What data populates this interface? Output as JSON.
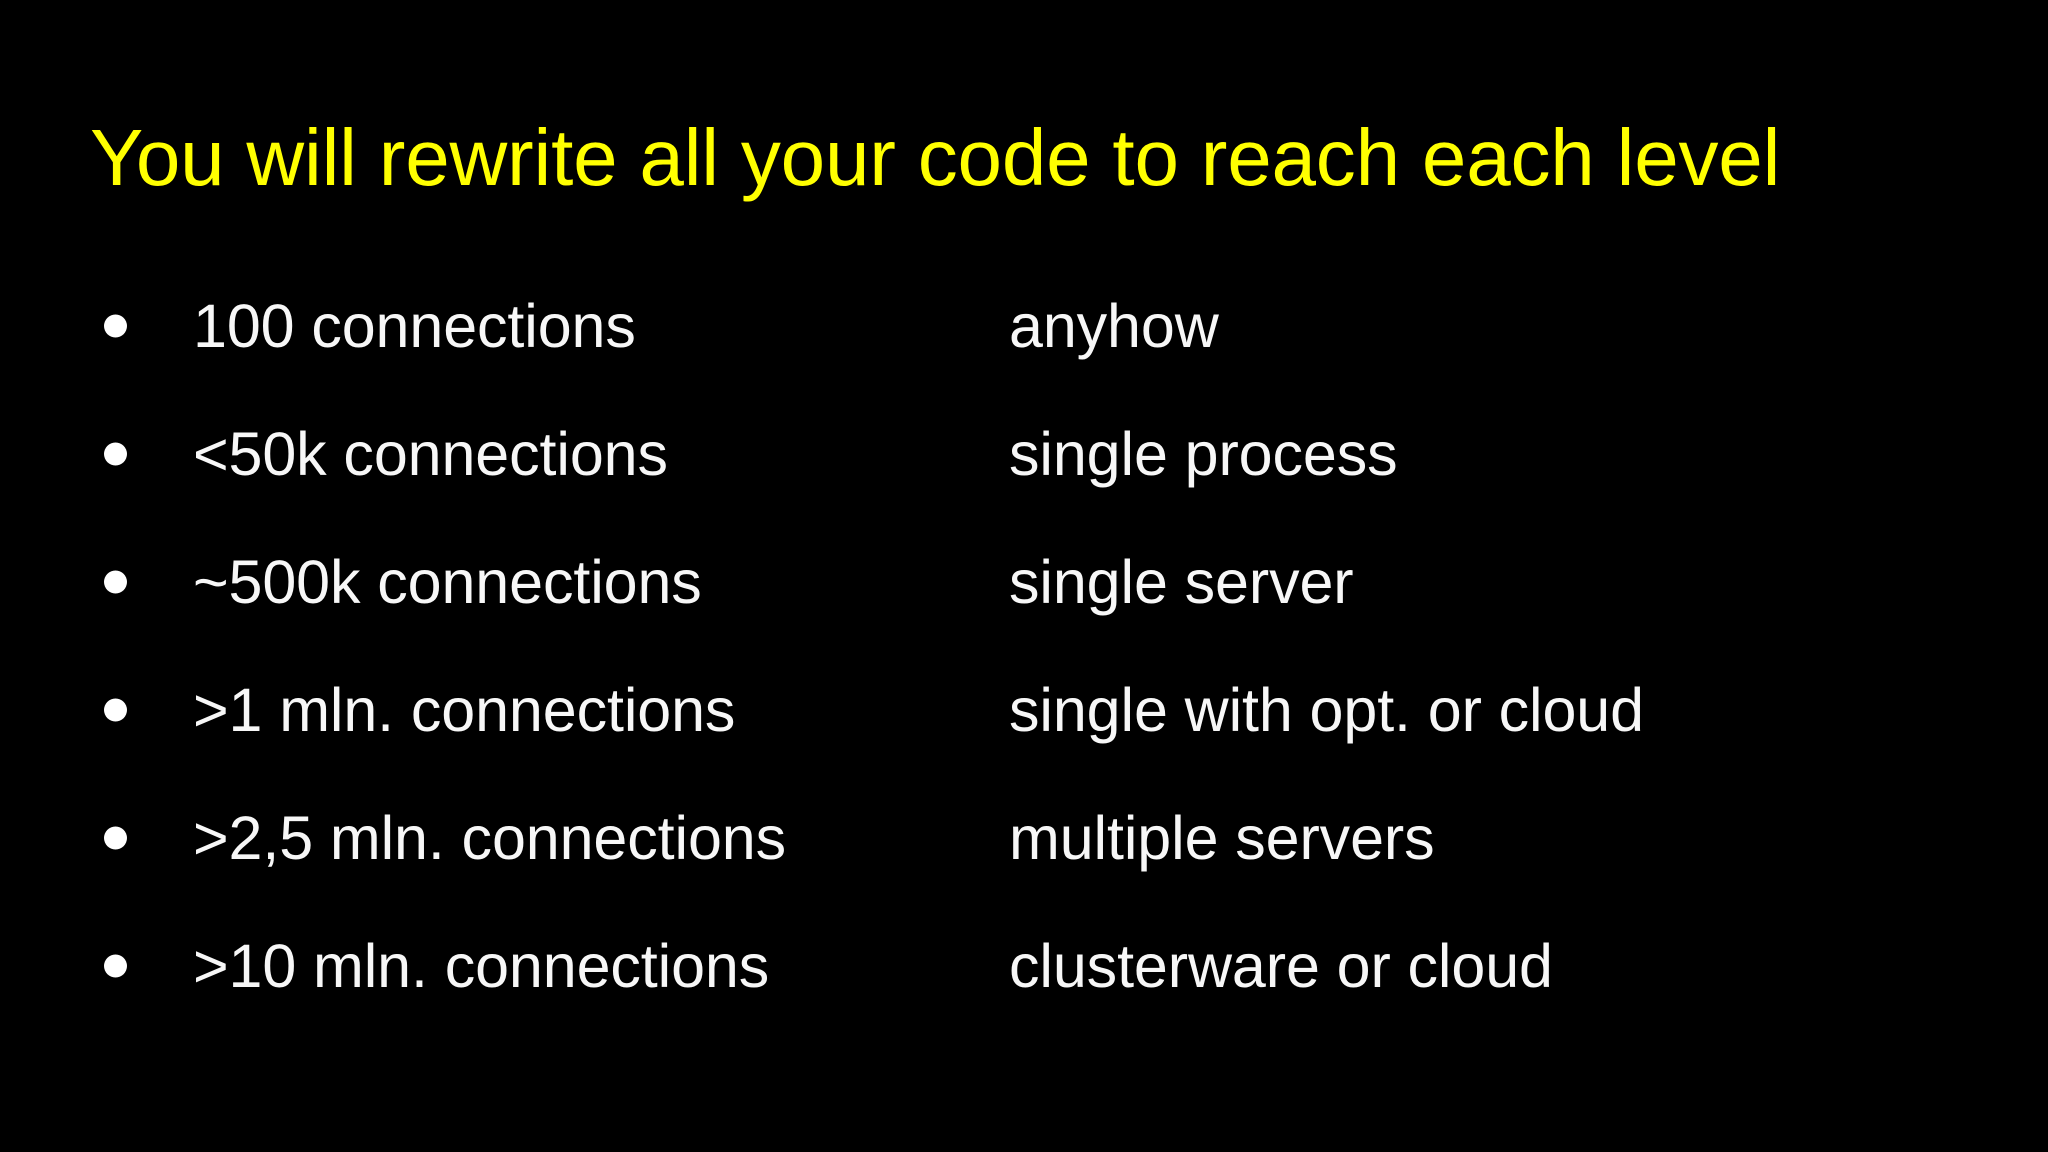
{
  "slide": {
    "background_color": "#000000",
    "title": "You will rewrite all your code to reach each level",
    "title_color": "#ffff00",
    "body_color": "#f7f7f7",
    "bullet_glyph": "filled-circle",
    "items": [
      {
        "scale": "100 connections",
        "approach": "anyhow"
      },
      {
        "scale": "<50k connections",
        "approach": "single process"
      },
      {
        "scale": "~500k connections",
        "approach": "single server"
      },
      {
        "scale": ">1 mln. connections",
        "approach": "single with opt. or cloud"
      },
      {
        "scale": ">2,5 mln. connections",
        "approach": "multiple servers"
      },
      {
        "scale": ">10 mln. connections",
        "approach": "clusterware or cloud"
      }
    ]
  }
}
